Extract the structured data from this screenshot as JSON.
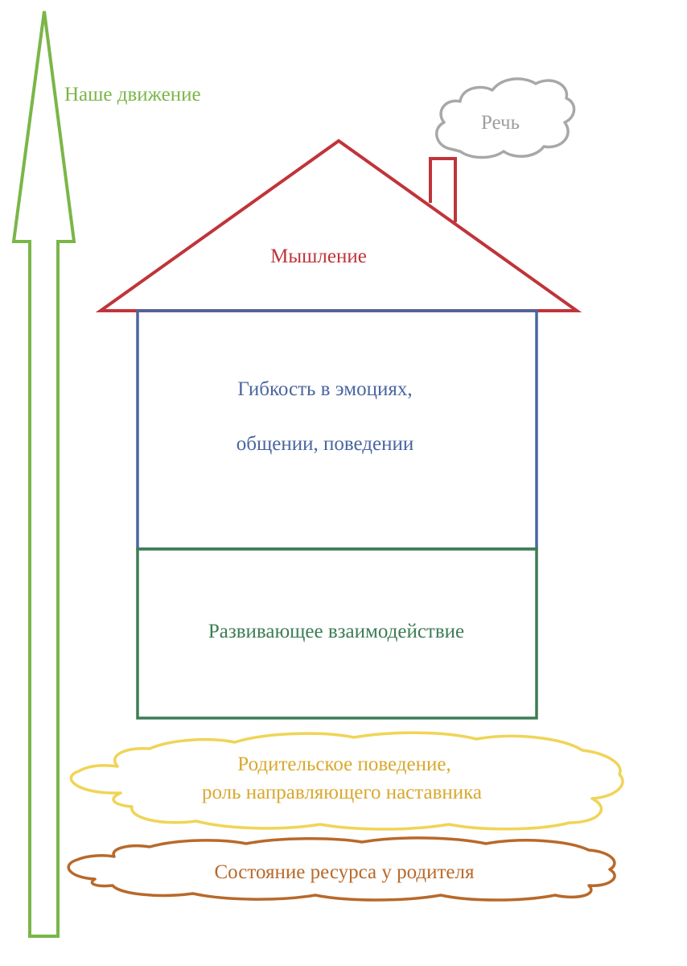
{
  "arrow": {
    "label": "Наше движение",
    "color": "#7ab648"
  },
  "smoke_cloud": {
    "label": "Речь",
    "color": "#9e9e9e"
  },
  "roof": {
    "label": "Мышление",
    "color": "#c0343a"
  },
  "upper_floor": {
    "line1": "Гибкость в эмоциях,",
    "line2": "общении, поведении",
    "color": "#4a66a0"
  },
  "lower_floor": {
    "label": "Развивающее взаимодействие",
    "color": "#3c7d55"
  },
  "yellow_cloud": {
    "line1": "Родительское поведение,",
    "line2": "роль направляющего наставника",
    "color": "#e8c84a",
    "text_color": "#d9a82f"
  },
  "brown_cloud": {
    "label": "Состояние ресурса у родителя",
    "color": "#b8692a"
  }
}
